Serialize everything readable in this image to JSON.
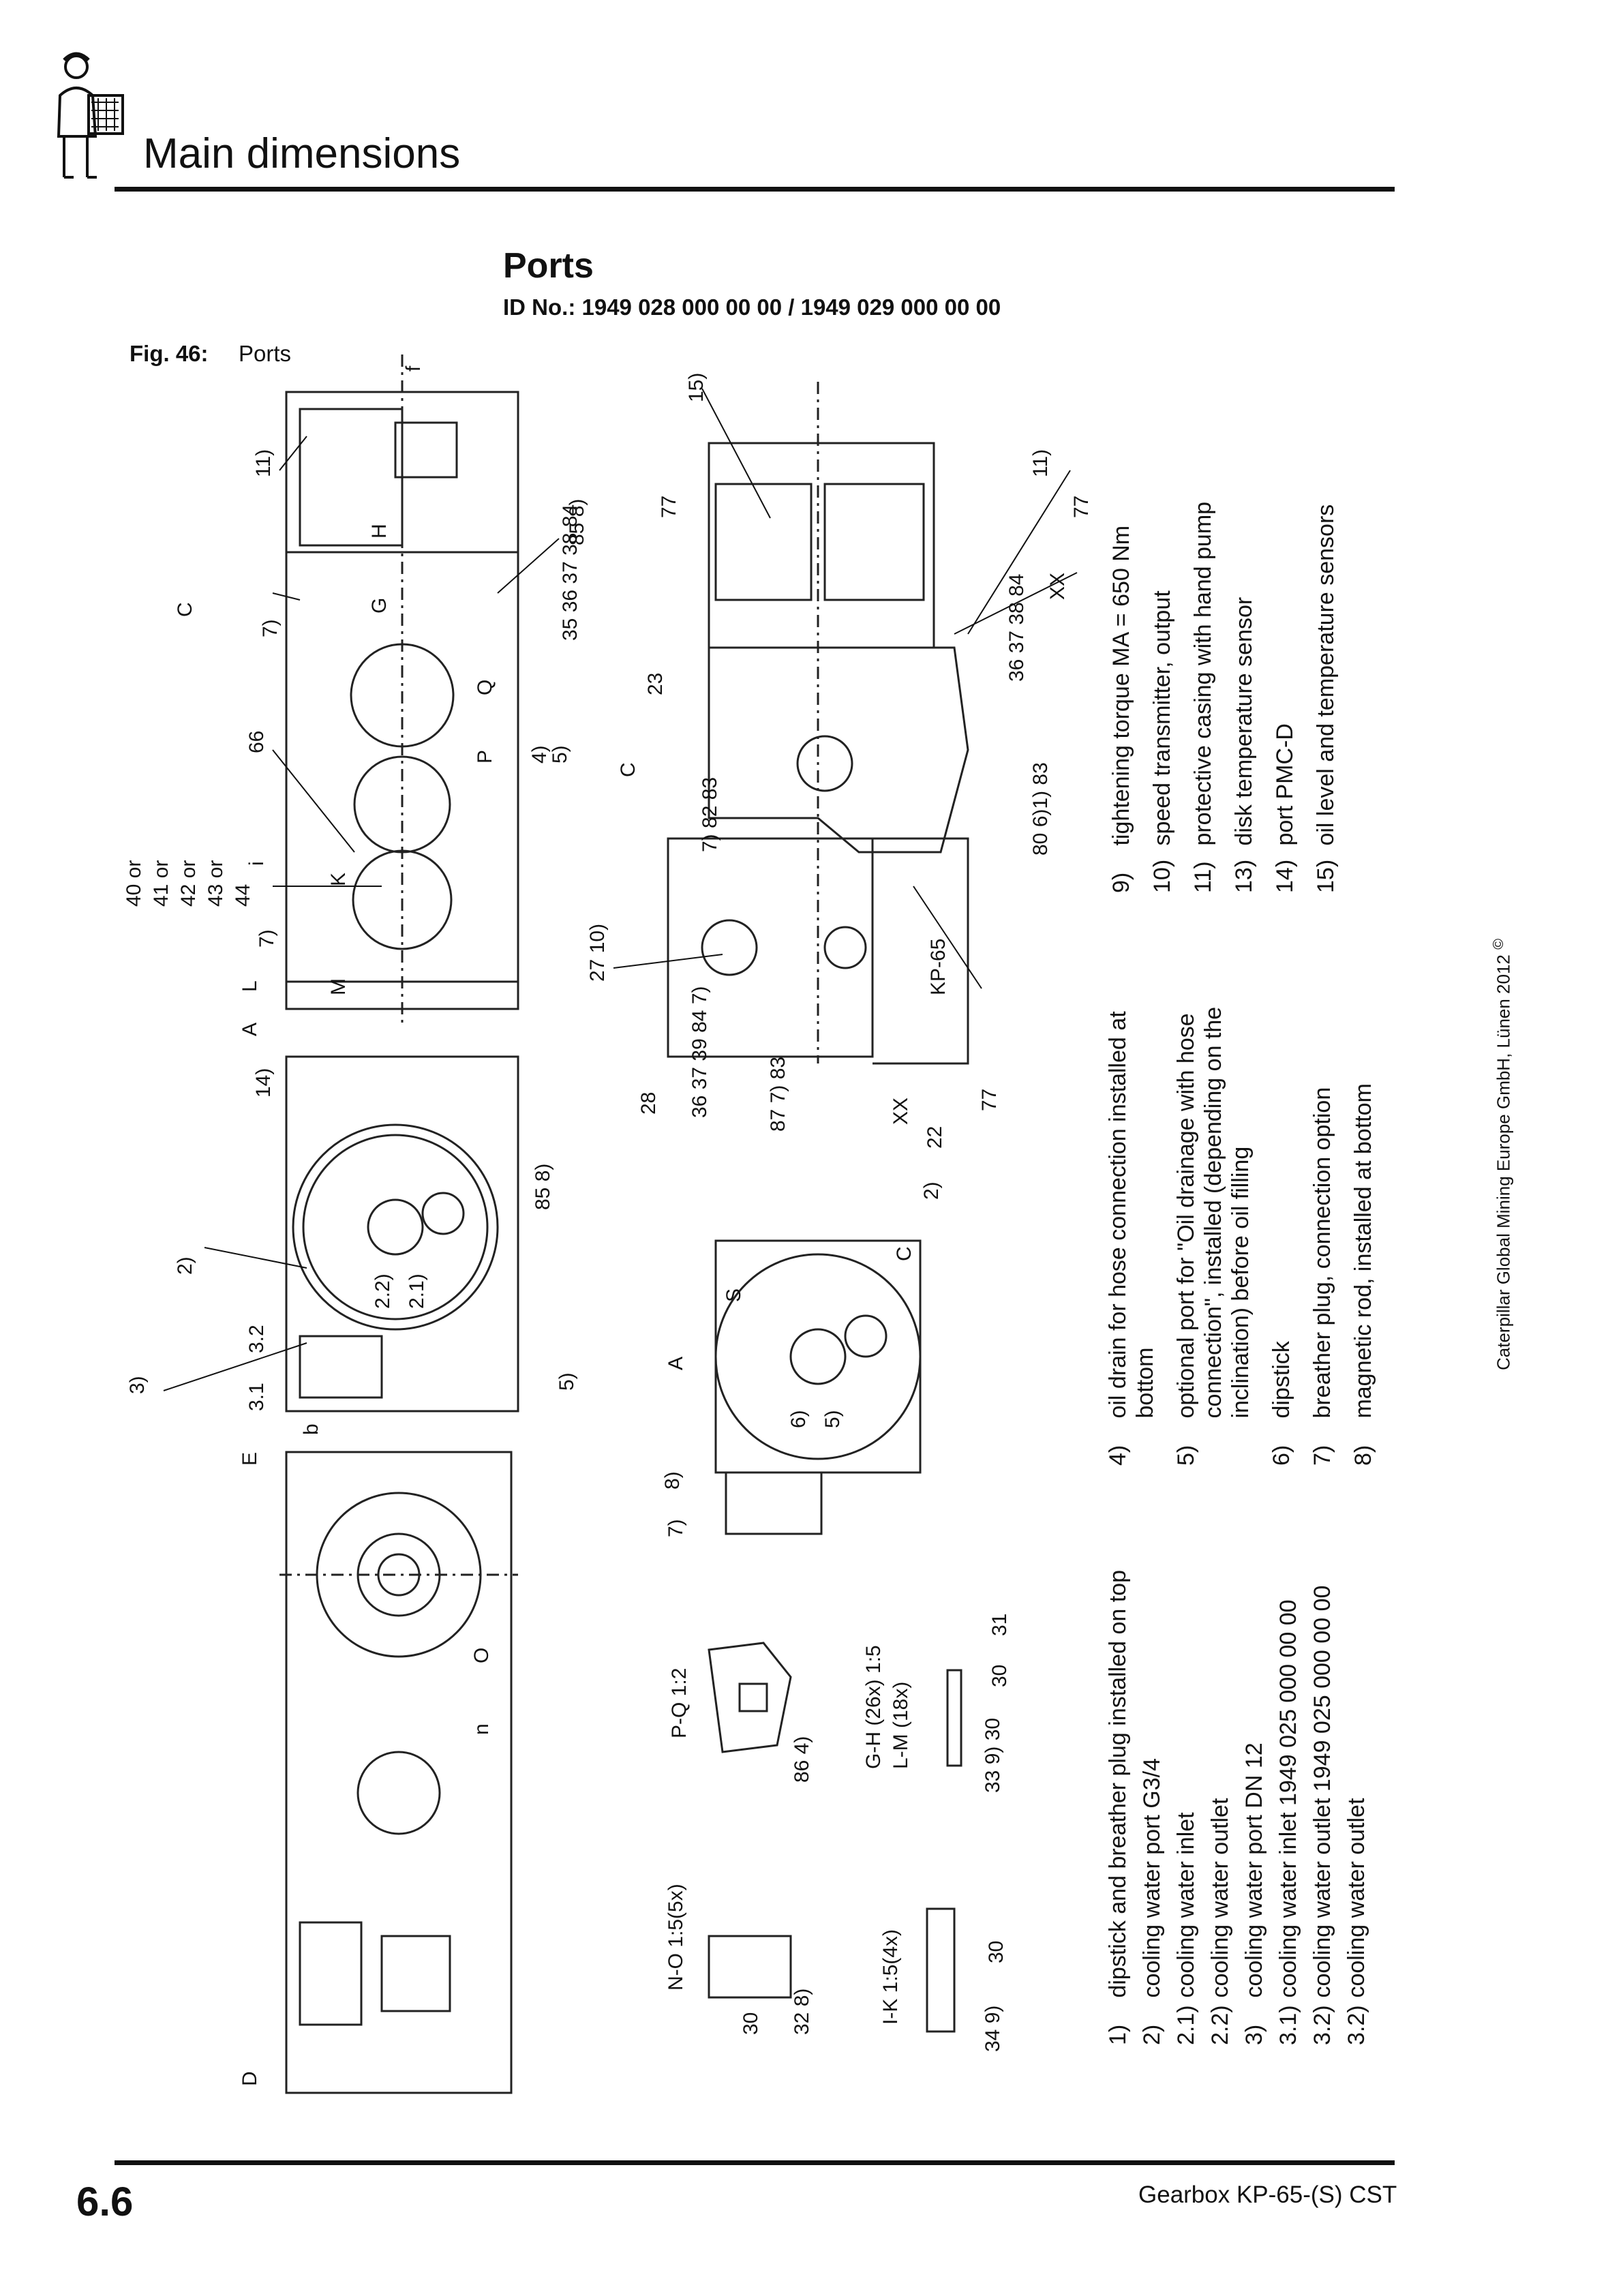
{
  "header": {
    "title": "Main dimensions"
  },
  "section": {
    "title": "Ports",
    "id_line": "ID No.: 1949 028 000 00 00 / 1949 029 000 00 00"
  },
  "figure": {
    "number": "Fig. 46:",
    "caption": "Ports"
  },
  "legend_left": [
    {
      "n": "1)",
      "t": "dipstick and breather plug installed on top"
    },
    {
      "n": "2)",
      "t": "cooling water port G3/4"
    },
    {
      "n": "2.1)",
      "t": "cooling water inlet"
    },
    {
      "n": "2.2)",
      "t": "cooling water outlet"
    },
    {
      "n": "3)",
      "t": "cooling water port DN 12"
    },
    {
      "n": "3.1)",
      "t": "cooling water inlet 1949 025 000 00 00"
    },
    {
      "n": "3.2)",
      "t": "cooling water outlet 1949 025 000 00 00"
    },
    {
      "n": "3.2)",
      "t": "cooling water outlet"
    }
  ],
  "legend_mid": [
    {
      "n": "4)",
      "l": [
        "oil drain for hose connection installed at",
        "bottom"
      ]
    },
    {
      "n": "5)",
      "l": [
        "optional port for \"Oil drainage with hose",
        "connection\", installed (depending on the",
        "inclination) before oil filling"
      ]
    },
    {
      "n": "6)",
      "l": [
        "dipstick"
      ]
    },
    {
      "n": "7)",
      "l": [
        "breather plug, connection option"
      ]
    },
    {
      "n": "8)",
      "l": [
        "magnetic rod, installed at bottom"
      ]
    }
  ],
  "legend_right": [
    {
      "n": "9)",
      "t": "tightening torque MA = 650 Nm"
    },
    {
      "n": "10)",
      "t": "speed transmitter, output"
    },
    {
      "n": "11)",
      "t": "protective casing with hand pump"
    },
    {
      "n": "13)",
      "t": "disk temperature sensor"
    },
    {
      "n": "14)",
      "t": "port PMC-D"
    },
    {
      "n": "15)",
      "t": "oil level and temperature sensors"
    }
  ],
  "copyright": "Caterpillar Global Mining Europe GmbH, Lünen 2012",
  "copyright_mark": "©",
  "drawing_labels": {
    "a": "11)",
    "b": "7)",
    "c": "66",
    "d": "40 or",
    "e": "41 or",
    "f": "42 or",
    "g": "43 or",
    "h": "44",
    "i": "7)",
    "j": "85 8)",
    "k": "4)",
    "l": "5)",
    "m": "14)",
    "n": "2)",
    "o": "3)",
    "p": "3.2",
    "q": "3.1",
    "r": "2.2)",
    "s": "2.1)",
    "t": "85 8)",
    "u": "5)",
    "v": "15)",
    "w": "77",
    "x": "11)",
    "y": "77",
    "z": "XX",
    "aa": "35 36 37 38 84",
    "ab": "23",
    "ac": "36 37 38 84",
    "ad": "C",
    "ae": "7) 82 83",
    "af": "80 6)1) 83",
    "ag": "27 10)",
    "ah": "KP-65",
    "ai": "28",
    "aj": "36 37 39 84 7)",
    "ak": "87 7) 83",
    "al": "XX",
    "am": "22",
    "an": "77",
    "ao": "2)",
    "ap": "S",
    "aq": "A",
    "ar": "C",
    "as": "6)",
    "at": "5)",
    "au": "8)",
    "av": "7)",
    "aw": "P-Q 1:2",
    "ax": "86 4)",
    "ay": "G-H (26x) 1:5",
    "az": "L-M (18x)",
    "ba": "30",
    "bb": "31",
    "bc": "33 9) 30",
    "bd": "N-O 1:5(5x)",
    "be": "30",
    "bf": "32 8)",
    "bg": "I-K 1:5(4x)",
    "bh": "30",
    "bi": "34 9)",
    "bj": "C",
    "bk": "A",
    "bl": "L",
    "bm": "M",
    "bn": "K",
    "bo": "i",
    "bp": "G",
    "bq": "H",
    "br": "P",
    "bs": "Q",
    "bt": "E",
    "bu": "b",
    "bv": "O",
    "bw": "n",
    "bx": "D",
    "by": "f"
  },
  "footer": {
    "page": "6.6",
    "product": "Gearbox KP-65-(S) CST"
  }
}
